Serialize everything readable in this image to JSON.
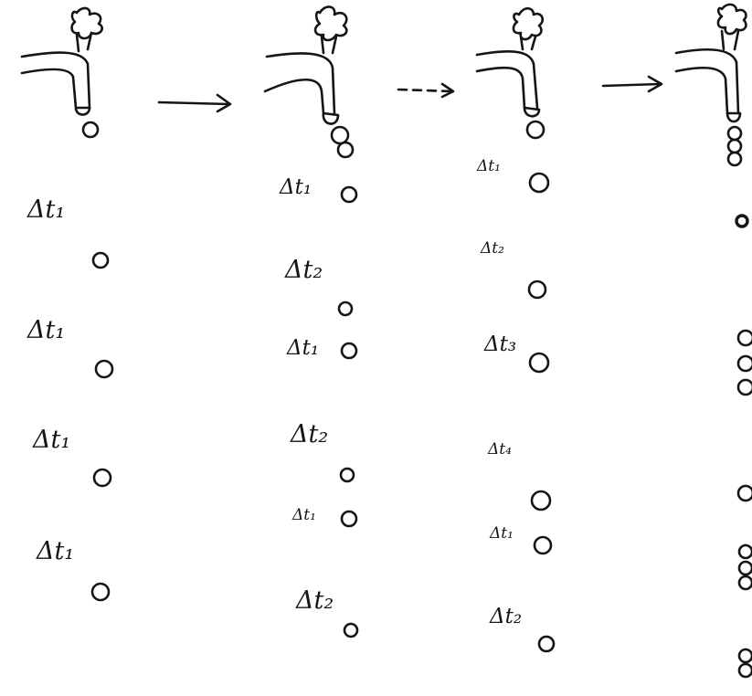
{
  "figure": {
    "columns": [
      {
        "id": "stage-1",
        "labels": [
          "Δt₁",
          "Δt₁",
          "Δt₁",
          "Δt₁"
        ]
      },
      {
        "id": "stage-2",
        "labels": [
          "Δt₁",
          "Δt₂",
          "Δt₁",
          "Δt₂",
          "Δt₁",
          "Δt₂"
        ]
      },
      {
        "id": "stage-3",
        "labels": [
          "Δt₁",
          "Δt₂",
          "Δt₃",
          "Δt₄",
          "Δt₁",
          "Δt₂"
        ]
      },
      {
        "id": "stage-4",
        "labels": []
      }
    ],
    "arrows": [
      {
        "id": "arrow-1",
        "style": "solid"
      },
      {
        "id": "arrow-2",
        "style": "dashed"
      },
      {
        "id": "arrow-3",
        "style": "solid"
      }
    ],
    "ink_color": "#151515",
    "background_color": "#ffffff"
  }
}
